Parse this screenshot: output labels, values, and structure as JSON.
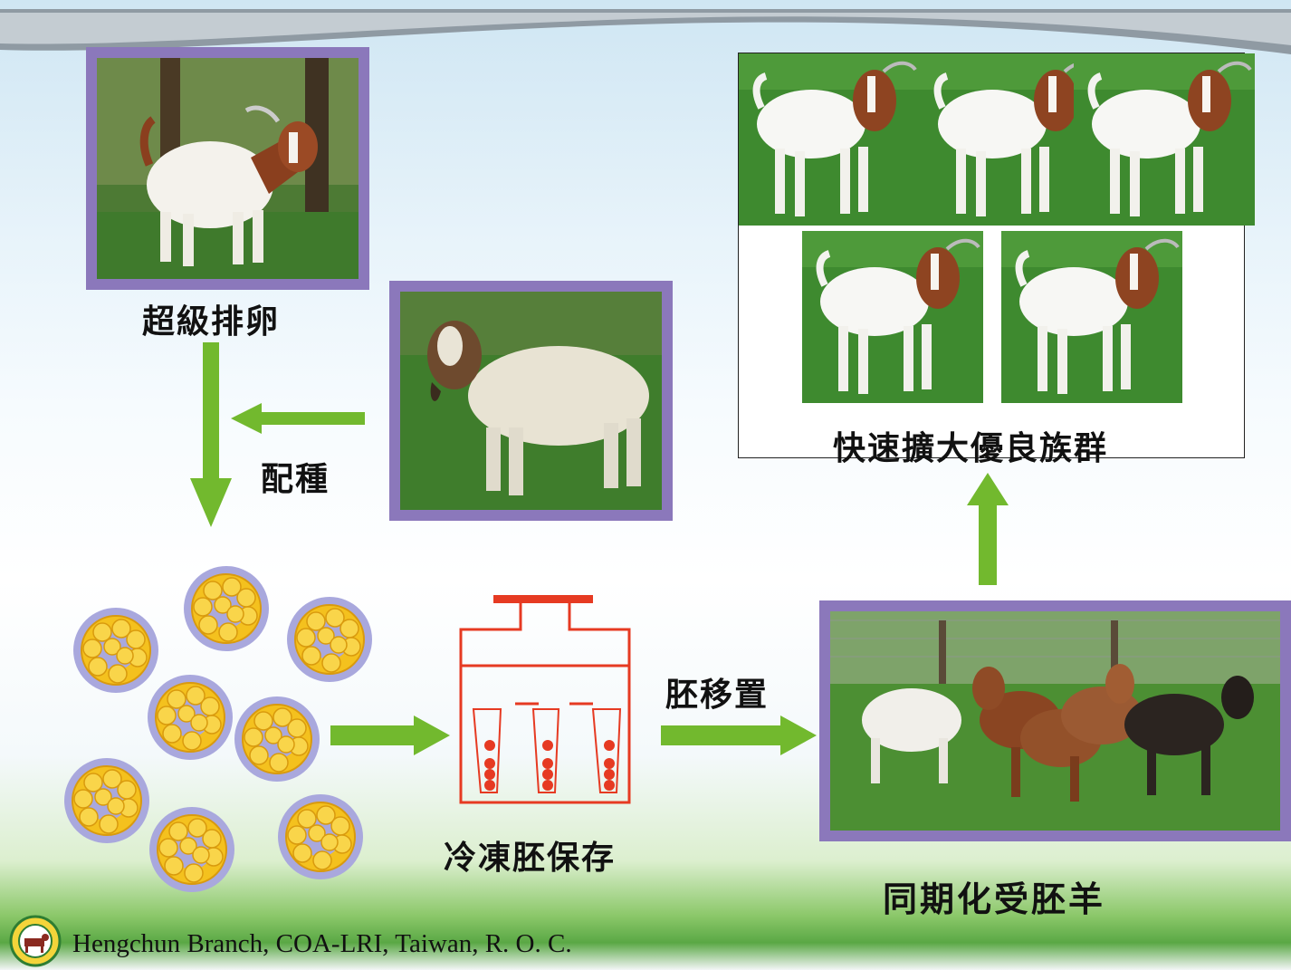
{
  "labels": {
    "superovulation": "超級排卵",
    "breeding": "配種",
    "frozen_embryo_storage": "冷凍胚保存",
    "embryo_transfer": "胚移置",
    "synchronized_recipients": "同期化受胚羊",
    "rapid_expansion": "快速擴大優良族群"
  },
  "footer": {
    "institution": "Hengchun Branch, COA-LRI, Taiwan, R. O. C."
  },
  "colors": {
    "frame": "#8b78bb",
    "arrow": "#72b92e",
    "embryo": "#f4c11e",
    "cryo": "#e63a22"
  }
}
